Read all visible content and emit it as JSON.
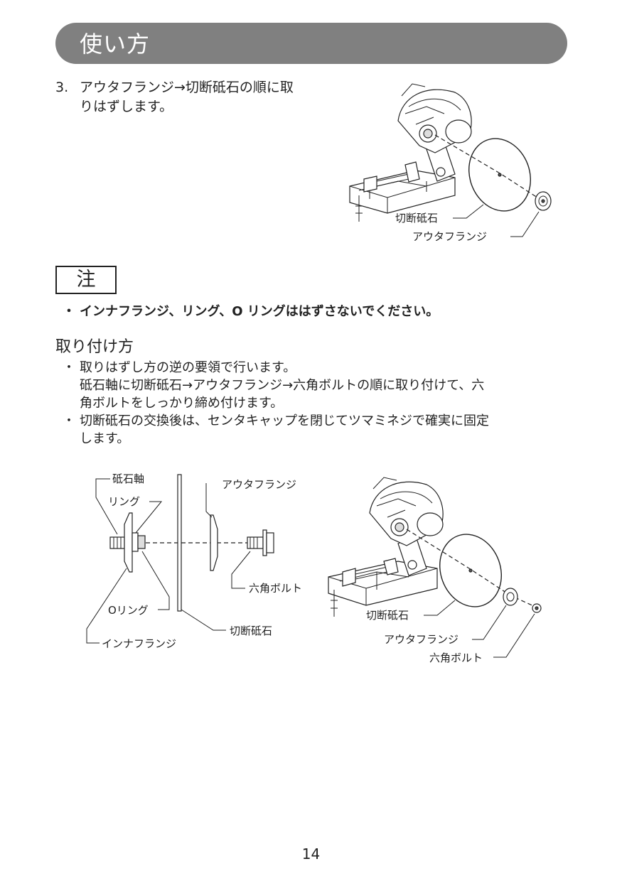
{
  "header": {
    "title": "使い方"
  },
  "step3": {
    "number": "3.",
    "line1": "アウタフランジ→切断砥石の順に取",
    "line2": "りはずします。"
  },
  "figure1": {
    "label_wheel": "切断砥石",
    "label_outer_flange": "アウタフランジ"
  },
  "note": {
    "heading": "注",
    "bullet": "・",
    "text": "インナフランジ、リング、O リングははずさないでください。"
  },
  "install": {
    "title": "取り付け方",
    "bullet1_mark": "・",
    "bullet1_line1": "取りはずし方の逆の要領で行います。",
    "bullet1_line2": "砥石軸に切断砥石→アウタフランジ→六角ボルトの順に取り付けて、六",
    "bullet1_line3": "角ボルトをしっかり締め付けます。",
    "bullet2_mark": "・",
    "bullet2_line1": "切断砥石の交換後は、センタキャップを閉じてツマミネジで確実に固定",
    "bullet2_line2": "します。"
  },
  "figure2": {
    "label_spindle": "砥石軸",
    "label_ring": "リング",
    "label_outer_flange": "アウタフランジ",
    "label_hex_bolt": "六角ボルト",
    "label_o_ring": "Oリング",
    "label_inner_flange": "インナフランジ",
    "label_wheel": "切断砥石"
  },
  "figure3": {
    "label_wheel": "切断砥石",
    "label_outer_flange": "アウタフランジ",
    "label_hex_bolt": "六角ボルト"
  },
  "footer": {
    "page_number": "14"
  }
}
